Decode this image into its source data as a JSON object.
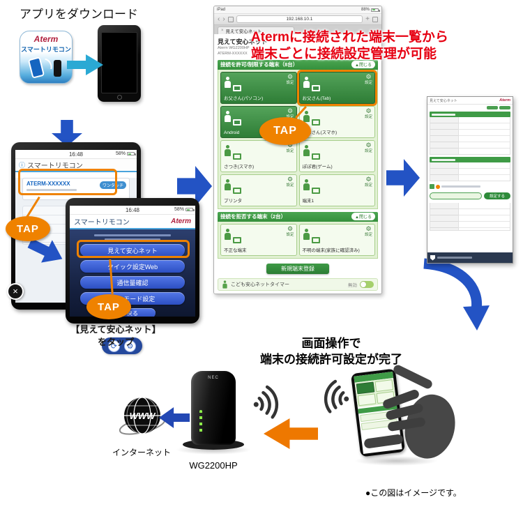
{
  "labels": {
    "download": "アプリをダウンロード",
    "tap": "TAP",
    "caption1": "【見えて安心ネット】",
    "caption2": "をタップ",
    "red1": "Atermに接続された端末一覧から",
    "red2": "端末ごとに接続設定管理が可能",
    "done1": "画面操作で",
    "done2": "端末の接続許可設定が完了",
    "internet": "インターネット",
    "router_model": "WG2200HP",
    "note": "●この図はイメージです。"
  },
  "icons": {
    "close": "×",
    "info": "ⓘ",
    "gear": "⚙",
    "refresh": "⟳",
    "back": "‹",
    "forward": "›",
    "plus": "+"
  },
  "app_icon": {
    "brand": "Aterm",
    "name": "スマートリモコン"
  },
  "phone1": {
    "time": "16:48",
    "battery": "58%",
    "title": "スマートリモコン",
    "ssid": "ATERM-XXXXXX",
    "pill": "ワンタッチ"
  },
  "phone2": {
    "time": "16:48",
    "battery": "58%",
    "title": "スマートリモコン",
    "brand": "Aterm",
    "buttons": [
      "見えて安心ネット",
      "クイック設定Web",
      "通信量確認",
      "ECOモード設定"
    ],
    "back": "戻る"
  },
  "tablet": {
    "status_left": "iPad",
    "battery": "88%",
    "url": "192.168.10.1",
    "tab": "見えて安心ネット",
    "title": "見えて安心ネット",
    "device_line1": "Aterm WG2200HP",
    "device_line2": "ATERM-XXXXXX",
    "allow_header": "接続を許可/制限する端末（8台）",
    "deny_header": "接続を拒否する端末（2台）",
    "collapse": "▲閉じる",
    "setting": "設定",
    "register": "新規端末登録",
    "timer_label": "こども安心ネットタイマー",
    "timer_state": "無効",
    "allow_devices": [
      {
        "name": "お父さん(パソコン)",
        "style": "dark"
      },
      {
        "name": "お父さん(Tab)",
        "style": "dark highlighted"
      },
      {
        "name": "Android",
        "style": "dark"
      },
      {
        "name": "お母さん(スマホ)",
        "style": "light"
      },
      {
        "name": "さつき(スマホ)",
        "style": "light"
      },
      {
        "name": "ぽぽ君(ゲーム)",
        "style": "light"
      },
      {
        "name": "プリンタ",
        "style": "light"
      },
      {
        "name": "端末1",
        "style": "light"
      }
    ],
    "deny_devices": [
      {
        "name": "不正な端末",
        "style": "light"
      },
      {
        "name": "不明の端末(家族に確認済み)",
        "style": "light"
      }
    ]
  },
  "settings_panel": {
    "title": "見えて安心ネット",
    "brand": "Aterm",
    "apply": "設定する"
  },
  "bottom": {
    "globe": "WWW",
    "router_brand": "NEC"
  }
}
